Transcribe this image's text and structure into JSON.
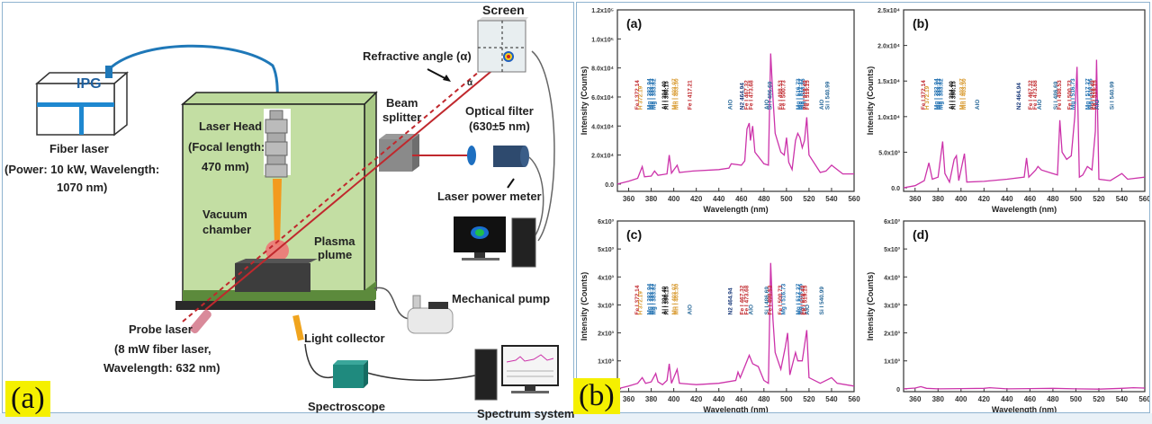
{
  "figure": {
    "panel_a_label": "(a)",
    "panel_b_label": "(b)"
  },
  "schematic": {
    "fiber_laser_brand": "IPG",
    "fiber_laser_title": "Fiber laser",
    "fiber_laser_spec_line1": "(Power: 10 kW, Wavelength:",
    "fiber_laser_spec_line2": "1070 nm)",
    "laser_head_line1": "Laser Head",
    "laser_head_line2": "(Focal length:",
    "laser_head_line3": "470 mm)",
    "vacuum_chamber_line1": "Vacuum",
    "vacuum_chamber_line2": "chamber",
    "plasma_line1": "Plasma",
    "plasma_line2": "plume",
    "beam_splitter_line1": "Beam",
    "beam_splitter_line2": "splitter",
    "screen": "Screen",
    "refractive_angle": "Refractive angle (α)",
    "alpha": "α",
    "optical_filter_line1": "Optical filter",
    "optical_filter_line2": "(630±5 nm)",
    "laser_power_meter": "Laser power meter",
    "mechanical_pump": "Mechanical pump",
    "light_collector": "Light collector",
    "spectroscope": "Spectroscope",
    "spectrum_system": "Spectrum system",
    "probe_laser_line1": "Probe laser",
    "probe_laser_line2": "(8 mW fiber laser,",
    "probe_laser_line3": "Wavelength: 632 nm)"
  },
  "chart_data": [
    {
      "type": "line",
      "panel": "(a)",
      "xlabel": "Wavelength (nm)",
      "ylabel": "Intensity (Counts)",
      "xlim": [
        350,
        560
      ],
      "ylim": [
        -5000,
        120000
      ],
      "xticks": [
        360,
        380,
        400,
        420,
        440,
        460,
        480,
        500,
        520,
        540,
        560
      ],
      "yticks": [
        0,
        20000,
        40000,
        60000,
        80000,
        100000,
        120000
      ],
      "ytick_labels": [
        "0.0",
        "2.0x10⁴",
        "4.0x10⁴",
        "6.0x10⁴",
        "8.0x10⁴",
        "1.0x10⁵",
        "1.2x10⁵"
      ],
      "series": [
        {
          "name": "spectrum",
          "color": "#cc33aa",
          "x": [
            350,
            360,
            368,
            372,
            374,
            380,
            383,
            386,
            394,
            396,
            398,
            403,
            405,
            417,
            440,
            449,
            451,
            460,
            463,
            465,
            467,
            468,
            470,
            472,
            480,
            484,
            486,
            488,
            490,
            495,
            498,
            500,
            502,
            505,
            508,
            510,
            512,
            514,
            516,
            518,
            520,
            530,
            535,
            540,
            545,
            550,
            560
          ],
          "y": [
            0,
            2000,
            4000,
            12000,
            5000,
            5500,
            9000,
            6000,
            7000,
            20000,
            7500,
            13000,
            8000,
            9000,
            10000,
            11000,
            14000,
            13000,
            16000,
            38000,
            42000,
            30000,
            40000,
            22000,
            14000,
            13000,
            90000,
            60000,
            35000,
            22000,
            20000,
            32000,
            15000,
            10000,
            30000,
            35000,
            32000,
            25000,
            30000,
            46000,
            20000,
            8000,
            9000,
            13000,
            10000,
            7000,
            7000
          ]
        }
      ],
      "annotations": [
        "Fe I 372.14",
        "H 372.19",
        "Mg I 382.94",
        "Mg I 383.23",
        "Mg I 383.82",
        "Al I 394.40",
        "Al I 396.15",
        "Mn I 403.07",
        "Mn I 403.30",
        "Fe I 417.21",
        "AlO",
        "N2 464.94",
        "Fe I 467.32",
        "Fe I 473.68",
        "AlO",
        "Si I 486.69",
        "Fe I 498.53",
        "Fe I 500.73",
        "Mg I 516.73",
        "Mg I 517.27",
        "Mg I 518.36",
        "Fe I 518.43",
        "Fe I 519.15",
        "AlO",
        "Si I 540.99"
      ]
    },
    {
      "type": "line",
      "panel": "(b)",
      "xlabel": "Wavelength (nm)",
      "ylabel": "Intensity (Counts)",
      "xlim": [
        350,
        560
      ],
      "ylim": [
        -500,
        25000
      ],
      "xticks": [
        360,
        380,
        400,
        420,
        440,
        460,
        480,
        500,
        520,
        540,
        560
      ],
      "yticks": [
        0,
        5000,
        10000,
        15000,
        20000,
        25000
      ],
      "ytick_labels": [
        "0.0",
        "5.0x10³",
        "1.0x10⁴",
        "1.5x10⁴",
        "2.0x10⁴",
        "2.5x10⁴"
      ],
      "series": [
        {
          "name": "spectrum",
          "color": "#cc33aa",
          "x": [
            350,
            360,
            368,
            372,
            375,
            380,
            384,
            386,
            390,
            394,
            396,
            398,
            403,
            405,
            420,
            440,
            455,
            457,
            459,
            465,
            467,
            470,
            480,
            484,
            486,
            488,
            492,
            496,
            499,
            501,
            503,
            506,
            510,
            514,
            517,
            518,
            520,
            530,
            540,
            545,
            560
          ],
          "y": [
            0,
            300,
            1000,
            3500,
            1200,
            1500,
            6500,
            2000,
            800,
            4000,
            4500,
            1000,
            4800,
            800,
            900,
            1200,
            1500,
            4200,
            1500,
            2500,
            3000,
            2500,
            2000,
            1800,
            9500,
            5000,
            4000,
            4500,
            10000,
            17000,
            1500,
            1800,
            3000,
            2500,
            8000,
            18000,
            1200,
            1000,
            2000,
            1200,
            1500
          ]
        }
      ],
      "annotations": [
        "Fe I 372.14",
        "H 372.19",
        "Mg I 382.94",
        "Mg I 383.23",
        "Mg I 383.82",
        "Al I 394.40",
        "Al I 396.15",
        "Mn I 403.07",
        "Mn I 403.30",
        "AlO",
        "N2 464.94",
        "Fe I 467.32",
        "Fe I 473.68",
        "AlO",
        "Si I 486.69",
        "Fe I 498.53",
        "Fe I 500.73",
        "Mg I 516.73",
        "Mg I 517.27",
        "Mg I 518.36",
        "Fe I 518.43",
        "Fe I 519.15",
        "AlO",
        "Si I 540.99"
      ]
    },
    {
      "type": "line",
      "panel": "(c)",
      "xlabel": "Wavelength (nm)",
      "ylabel": "Intensity (Counts)",
      "xlim": [
        350,
        560
      ],
      "ylim": [
        -100,
        6000
      ],
      "xticks": [
        360,
        380,
        400,
        420,
        440,
        460,
        480,
        500,
        520,
        540,
        560
      ],
      "yticks": [
        0,
        1000,
        2000,
        3000,
        4000,
        5000,
        6000
      ],
      "ytick_labels": [
        "0",
        "1x10³",
        "2x10³",
        "3x10³",
        "4x10³",
        "5x10³",
        "6x10³"
      ],
      "series": [
        {
          "name": "spectrum",
          "color": "#cc33aa",
          "x": [
            350,
            360,
            368,
            372,
            375,
            380,
            384,
            386,
            390,
            394,
            396,
            398,
            403,
            405,
            420,
            440,
            455,
            457,
            459,
            463,
            465,
            467,
            470,
            475,
            480,
            484,
            486,
            488,
            490,
            495,
            499,
            501,
            503,
            508,
            510,
            514,
            518,
            520,
            530,
            540,
            545,
            560
          ],
          "y": [
            0,
            100,
            200,
            400,
            200,
            250,
            550,
            250,
            150,
            300,
            900,
            200,
            700,
            200,
            150,
            200,
            300,
            600,
            400,
            800,
            1000,
            1200,
            900,
            800,
            300,
            200,
            4500,
            2500,
            1300,
            700,
            1500,
            2000,
            500,
            1300,
            1000,
            1000,
            2100,
            400,
            200,
            400,
            200,
            100
          ]
        }
      ],
      "annotations": [
        "Fe I 372.14",
        "H 372.19",
        "Mg I 382.94",
        "Mg I 383.23",
        "Mg I 383.82",
        "Al I 394.40",
        "Al I 396.15",
        "Mn I 403.07",
        "Mn I 403.30",
        "AlO",
        "N2 464.94",
        "Fe I 467.32",
        "Fe I 473.68",
        "AlO",
        "Si I 486.69",
        "Fe I 498.53",
        "Fe I 500.73",
        "Mg I 516.73",
        "Mg I 517.27",
        "Mg I 518.36",
        "Fe I 518.43",
        "Fe I 519.15",
        "AlO",
        "Si I 540.99"
      ]
    },
    {
      "type": "line",
      "panel": "(d)",
      "xlabel": "Wavelength (nm)",
      "ylabel": "Intensity (Counts)",
      "xlim": [
        350,
        560
      ],
      "ylim": [
        -100,
        6000
      ],
      "xticks": [
        360,
        380,
        400,
        420,
        440,
        460,
        480,
        500,
        520,
        540,
        560
      ],
      "yticks": [
        0,
        1000,
        2000,
        3000,
        4000,
        5000,
        6000
      ],
      "ytick_labels": [
        "0",
        "1x10³",
        "2x10³",
        "3x10³",
        "4x10³",
        "5x10³",
        "6x10³"
      ],
      "series": [
        {
          "name": "spectrum",
          "color": "#cc33aa",
          "x": [
            350,
            360,
            365,
            370,
            380,
            400,
            420,
            425,
            440,
            460,
            480,
            500,
            520,
            540,
            550,
            560
          ],
          "y": [
            0,
            30,
            80,
            20,
            0,
            10,
            20,
            40,
            0,
            10,
            20,
            0,
            -10,
            20,
            40,
            30
          ]
        }
      ],
      "annotations": []
    }
  ]
}
